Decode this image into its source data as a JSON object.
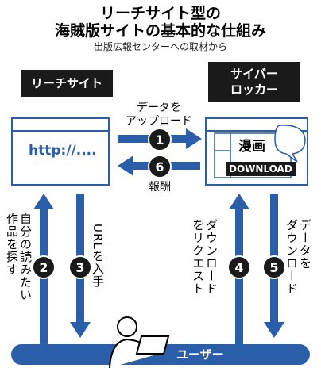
{
  "title_line1": "リーチサイト型の",
  "title_line2": "海賊版サイトの基本的な仕組み",
  "subtitle": "出版広報センターへの取材から",
  "nodes": {
    "reach_site": "リーチサイト",
    "cyberlocker_line1": "サイバー",
    "cyberlocker_line2": "ロッカー",
    "user": "ユーザー"
  },
  "reach_site_url": "http://....",
  "cyberlocker_content": "漫画",
  "cyberlocker_badge": "DOWNLOAD",
  "steps": [
    {
      "number": "1",
      "label_line1": "データを",
      "label_line2": "アップロード"
    },
    {
      "number": "2",
      "label_line1": "自分の読みたい",
      "label_line2": "作品を探す"
    },
    {
      "number": "3",
      "label_line1": "URLを入手",
      "label_line2": ""
    },
    {
      "number": "4",
      "label_line1": "ダウンロード",
      "label_line2": "をリクエスト"
    },
    {
      "number": "5",
      "label_line1": "データを",
      "label_line2": "ダウンロード"
    },
    {
      "number": "6",
      "label_line1": "報酬",
      "label_line2": ""
    }
  ],
  "colors": {
    "accent": "#2b5ea8",
    "dark": "#1a1a1a"
  }
}
